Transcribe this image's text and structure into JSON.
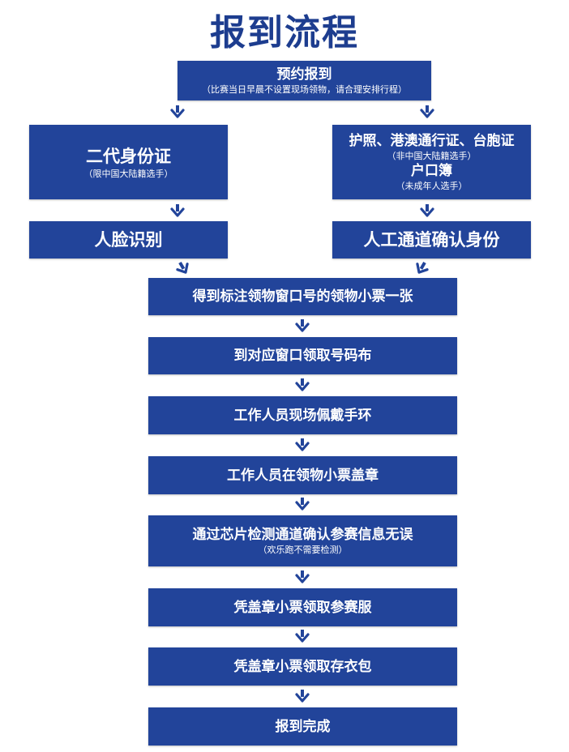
{
  "title": "报到流程",
  "colors": {
    "box_fill": "#22449a",
    "title_text": "#1d3d8f",
    "box_text": "#ffffff",
    "arrow": "#22449a"
  },
  "steps": {
    "reserve": {
      "label": "预约报到",
      "note": "（比赛当日早晨不设置现场领物，请合理安排行程）"
    },
    "id_card": {
      "label": "二代身份证",
      "note": "（限中国大陆籍选手）"
    },
    "passport": {
      "label": "护照、港澳通行证、台胞证",
      "note": "（非中国大陆籍选手）",
      "label2": "户口簿",
      "note2": "（未成年人选手）"
    },
    "face": {
      "label": "人脸识别"
    },
    "manual": {
      "label": "人工通道确认身份"
    },
    "ticket": {
      "label": "得到标注领物窗口号的领物小票一张"
    },
    "bib": {
      "label": "到对应窗口领取号码布"
    },
    "wristband": {
      "label": "工作人员现场佩戴手环"
    },
    "stamp": {
      "label": "工作人员在领物小票盖章"
    },
    "chip": {
      "label": "通过芯片检测通道确认参赛信息无误",
      "note": "（欢乐跑不需要检测）"
    },
    "shirt": {
      "label": "凭盖章小票领取参赛服"
    },
    "bag": {
      "label": "凭盖章小票领取存衣包"
    },
    "done": {
      "label": "报到完成"
    }
  }
}
